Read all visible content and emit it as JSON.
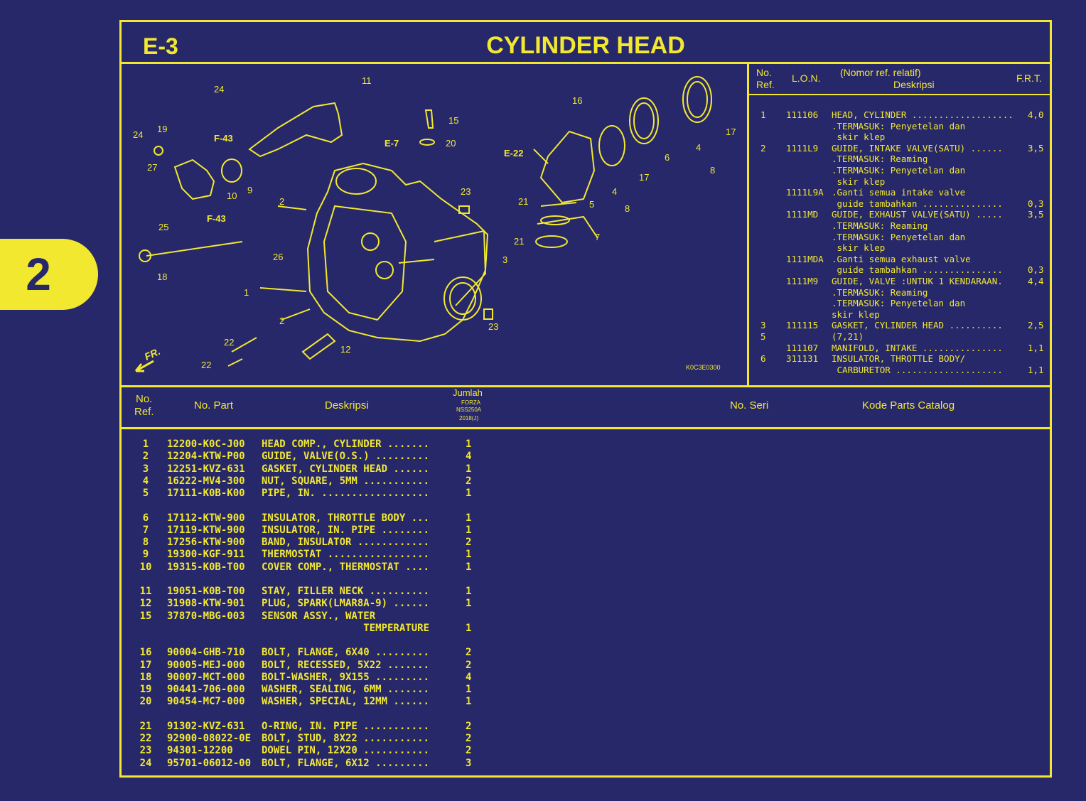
{
  "page_tab": "2",
  "header": {
    "code": "E-3",
    "title": "CYLINDER HEAD"
  },
  "diagram": {
    "fig_code": "K0C3E0300",
    "front_label": "FR.",
    "section_refs": [
      "F-43",
      "F-43",
      "E-7",
      "E-22"
    ],
    "callouts": [
      "24",
      "11",
      "19",
      "24",
      "27",
      "10",
      "9",
      "25",
      "15",
      "20",
      "18",
      "26",
      "1",
      "2",
      "2",
      "23",
      "23",
      "3",
      "16",
      "17",
      "6",
      "4",
      "8",
      "5",
      "8",
      "4",
      "17",
      "21",
      "21",
      "7",
      "22",
      "22",
      "12"
    ]
  },
  "ref_table": {
    "headers": {
      "no": "No.",
      "ref": "Ref.",
      "lon": "L.O.N.",
      "nomor": "(Nomor ref. relatif)",
      "desc": "Deskripsi",
      "frt": "F.R.T."
    },
    "rows": [
      {
        "no": "1",
        "lon": "111106",
        "desc": "HEAD, CYLINDER ...................",
        "frt": "4,0"
      },
      {
        "no": "",
        "lon": "",
        "desc": ".TERMASUK: Penyetelan dan",
        "frt": ""
      },
      {
        "no": "",
        "lon": "",
        "desc": " skir klep",
        "frt": ""
      },
      {
        "no": "2",
        "lon": "1111L9",
        "desc": "GUIDE, INTAKE VALVE(SATU) ......",
        "frt": "3,5"
      },
      {
        "no": "",
        "lon": "",
        "desc": ".TERMASUK: Reaming",
        "frt": ""
      },
      {
        "no": "",
        "lon": "",
        "desc": ".TERMASUK: Penyetelan dan",
        "frt": ""
      },
      {
        "no": "",
        "lon": "",
        "desc": " skir klep",
        "frt": ""
      },
      {
        "no": "",
        "lon": "1111L9A",
        "desc": ".Ganti semua intake valve",
        "frt": ""
      },
      {
        "no": "",
        "lon": "",
        "desc": " guide tambahkan ...............",
        "frt": "0,3"
      },
      {
        "no": "",
        "lon": "1111MD",
        "desc": "GUIDE, EXHAUST VALVE(SATU) .....",
        "frt": "3,5"
      },
      {
        "no": "",
        "lon": "",
        "desc": ".TERMASUK: Reaming",
        "frt": ""
      },
      {
        "no": "",
        "lon": "",
        "desc": ".TERMASUK: Penyetelan dan",
        "frt": ""
      },
      {
        "no": "",
        "lon": "",
        "desc": " skir klep",
        "frt": ""
      },
      {
        "no": "",
        "lon": "1111MDA",
        "desc": ".Ganti semua exhaust valve",
        "frt": ""
      },
      {
        "no": "",
        "lon": "",
        "desc": " guide tambahkan ...............",
        "frt": "0,3"
      },
      {
        "no": "",
        "lon": "1111M9",
        "desc": "GUIDE, VALVE :UNTUK 1 KENDARAAN.",
        "frt": "4,4"
      },
      {
        "no": "",
        "lon": "",
        "desc": ".TERMASUK: Reaming",
        "frt": ""
      },
      {
        "no": "",
        "lon": "",
        "desc": ".TERMASUK: Penyetelan dan",
        "frt": ""
      },
      {
        "no": "",
        "lon": "",
        "desc": "skir klep",
        "frt": ""
      },
      {
        "no": "3",
        "lon": "111115",
        "desc": "GASKET, CYLINDER HEAD ..........",
        "frt": "2,5"
      },
      {
        "no": "5",
        "lon": "",
        "desc": "(7,21)",
        "frt": ""
      },
      {
        "no": "",
        "lon": "111107",
        "desc": "MANIFOLD, INTAKE ...............",
        "frt": "1,1"
      },
      {
        "no": "6",
        "lon": "311131",
        "desc": "INSULATOR, THROTTLE BODY/",
        "frt": ""
      },
      {
        "no": "",
        "lon": "",
        "desc": " CARBURETOR ....................",
        "frt": "1,1"
      }
    ]
  },
  "parts_table": {
    "headers": {
      "no": "No.",
      "ref": "Ref.",
      "part": "No. Part",
      "desc": "Deskripsi",
      "jumlah": "Jumlah",
      "model1": "FORZA",
      "model2": "NSS250A",
      "model3": "2018(J)",
      "seri": "No. Seri",
      "kode": "Kode Parts Catalog"
    },
    "rows": [
      {
        "ref": "1",
        "part": "12200-K0C-J00",
        "desc": "HEAD COMP., CYLINDER .......",
        "qty": "1"
      },
      {
        "ref": "2",
        "part": "12204-KTW-P00",
        "desc": "GUIDE, VALVE(O.S.) .........",
        "qty": "4"
      },
      {
        "ref": "3",
        "part": "12251-KVZ-631",
        "desc": "GASKET, CYLINDER HEAD ......",
        "qty": "1"
      },
      {
        "ref": "4",
        "part": "16222-MV4-300",
        "desc": "NUT, SQUARE, 5MM ...........",
        "qty": "2"
      },
      {
        "ref": "5",
        "part": "17111-K0B-K00",
        "desc": "PIPE, IN. ..................",
        "qty": "1"
      },
      {
        "ref": "6",
        "part": "17112-KTW-900",
        "desc": "INSULATOR, THROTTLE BODY ...",
        "qty": "1"
      },
      {
        "ref": "7",
        "part": "17119-KTW-900",
        "desc": "INSULATOR, IN. PIPE ........",
        "qty": "1"
      },
      {
        "ref": "8",
        "part": "17256-KTW-900",
        "desc": "BAND, INSULATOR ............",
        "qty": "2"
      },
      {
        "ref": "9",
        "part": "19300-KGF-911",
        "desc": "THERMOSTAT .................",
        "qty": "1"
      },
      {
        "ref": "10",
        "part": "19315-K0B-T00",
        "desc": "COVER COMP., THERMOSTAT ....",
        "qty": "1"
      },
      {
        "ref": "11",
        "part": "19051-K0B-T00",
        "desc": "STAY, FILLER NECK ..........",
        "qty": "1"
      },
      {
        "ref": "12",
        "part": "31908-KTW-901",
        "desc": "PLUG, SPARK(LMAR8A-9) ......",
        "qty": "1"
      },
      {
        "ref": "15",
        "part": "37870-MBG-003",
        "desc": "SENSOR ASSY., WATER",
        "qty": ""
      },
      {
        "ref": "",
        "part": "",
        "desc": "                 TEMPERATURE",
        "qty": "1"
      },
      {
        "ref": "16",
        "part": "90004-GHB-710",
        "desc": "BOLT, FLANGE, 6X40 .........",
        "qty": "2"
      },
      {
        "ref": "17",
        "part": "90005-MEJ-000",
        "desc": "BOLT, RECESSED, 5X22 .......",
        "qty": "2"
      },
      {
        "ref": "18",
        "part": "90007-MCT-000",
        "desc": "BOLT-WASHER, 9X155 .........",
        "qty": "4"
      },
      {
        "ref": "19",
        "part": "90441-706-000",
        "desc": "WASHER, SEALING, 6MM .......",
        "qty": "1"
      },
      {
        "ref": "20",
        "part": "90454-MC7-000",
        "desc": "WASHER, SPECIAL, 12MM ......",
        "qty": "1"
      },
      {
        "ref": "21",
        "part": "91302-KVZ-631",
        "desc": "O-RING, IN. PIPE ...........",
        "qty": "2"
      },
      {
        "ref": "22",
        "part": "92900-08022-0E",
        "desc": "BOLT, STUD, 8X22 ...........",
        "qty": "2"
      },
      {
        "ref": "23",
        "part": "94301-12200",
        "desc": "DOWEL PIN, 12X20 ...........",
        "qty": "2"
      },
      {
        "ref": "24",
        "part": "95701-06012-00",
        "desc": "BOLT, FLANGE, 6X12 .........",
        "qty": "3"
      }
    ]
  }
}
